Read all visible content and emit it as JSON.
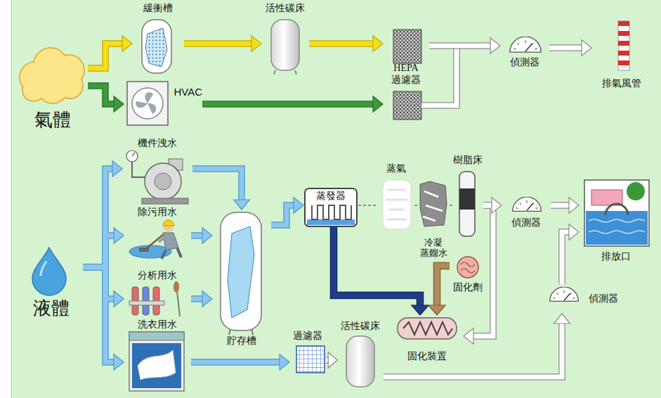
{
  "diagram": {
    "nodes": [
      {
        "text": [
          "氣體"
        ]
      },
      {
        "text": [
          "緩衝槽"
        ]
      },
      {
        "text": [
          "活性碳床"
        ]
      },
      {
        "text": [
          "HEPA 過濾器"
        ]
      },
      {
        "text": [
          "HVAC"
        ]
      },
      {
        "text": [
          "偵測器"
        ]
      },
      {
        "text": [
          "排氣風管"
        ]
      },
      {
        "text": [
          "液體"
        ]
      },
      {
        "text": [
          "機件洩水"
        ]
      },
      {
        "text": [
          "除污用水"
        ]
      },
      {
        "text": [
          "分析用水"
        ]
      },
      {
        "text": [
          "洗衣用水"
        ]
      },
      {
        "text": [
          "貯存槽"
        ]
      },
      {
        "text": [
          "蒸發器"
        ]
      },
      {
        "text": [
          "蒸氣"
        ]
      },
      {
        "text": [
          "冷凝 蒸餾水"
        ]
      },
      {
        "text": [
          "樹脂床"
        ]
      },
      {
        "text": [
          "偵測器"
        ]
      },
      {
        "text": [
          "排放口"
        ]
      },
      {
        "text": [
          "固化劑"
        ]
      },
      {
        "text": [
          "固化裝置"
        ]
      },
      {
        "text": [
          "過濾器"
        ]
      },
      {
        "text": [
          "活性碳床"
        ]
      },
      {
        "text": [
          "偵測器"
        ]
      }
    ],
    "edges": [
      {
        "from": 0,
        "to": 1,
        "arrow": "to"
      },
      {
        "from": 0,
        "to": 4,
        "arrow": "to"
      },
      {
        "from": 1,
        "to": 2,
        "arrow": "to"
      },
      {
        "from": 2,
        "to": 3,
        "arrow": "to"
      },
      {
        "from": 4,
        "to": 3,
        "arrow": "to"
      },
      {
        "from": 3,
        "to": 5,
        "arrow": "to"
      },
      {
        "from": 5,
        "to": 6,
        "arrow": "to"
      },
      {
        "from": 7,
        "to": 8,
        "arrow": "to"
      },
      {
        "from": 7,
        "to": 9,
        "arrow": "to"
      },
      {
        "from": 7,
        "to": 10,
        "arrow": "to"
      },
      {
        "from": 7,
        "to": 11,
        "arrow": "to"
      },
      {
        "from": 8,
        "to": 12,
        "arrow": "to"
      },
      {
        "from": 9,
        "to": 12,
        "arrow": "to"
      },
      {
        "from": 10,
        "to": 12,
        "arrow": "to"
      },
      {
        "from": 12,
        "to": 13,
        "arrow": "to"
      },
      {
        "from": 13,
        "to": 14,
        "arrow": "none"
      },
      {
        "from": 14,
        "to": 15,
        "arrow": "none"
      },
      {
        "from": 15,
        "to": 16,
        "arrow": "none"
      },
      {
        "from": 16,
        "to": 17,
        "arrow": "to"
      },
      {
        "from": 17,
        "to": 18,
        "arrow": "to"
      },
      {
        "from": 16,
        "to": 20,
        "arrow": "to"
      },
      {
        "from": 13,
        "to": 20,
        "arrow": "to"
      },
      {
        "from": 19,
        "to": 20,
        "arrow": "to"
      },
      {
        "from": 11,
        "to": 21,
        "arrow": "to"
      },
      {
        "from": 21,
        "to": 22,
        "arrow": "to"
      },
      {
        "from": 22,
        "to": 23,
        "arrow": "to"
      },
      {
        "from": 23,
        "to": 18,
        "arrow": "to"
      }
    ]
  }
}
